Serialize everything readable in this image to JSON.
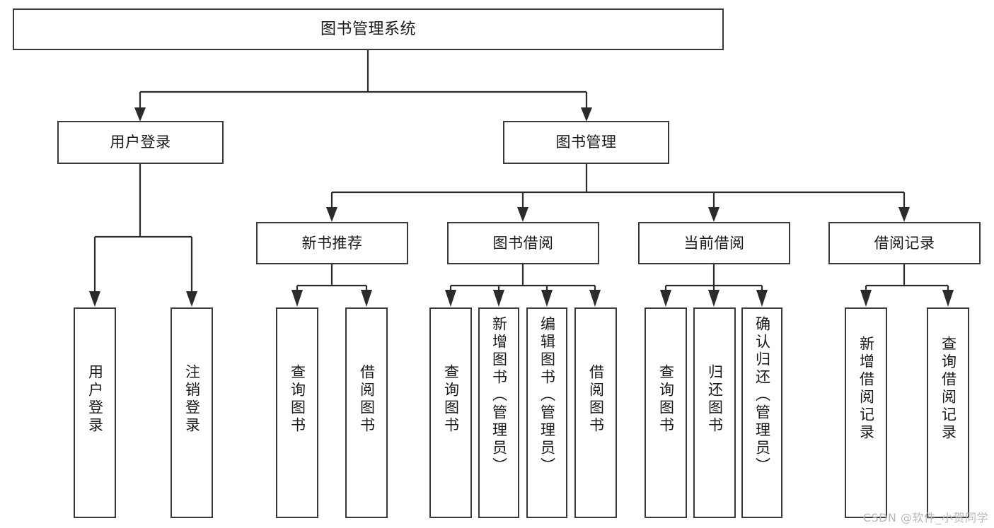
{
  "diagram": {
    "type": "tree",
    "title": "图书管理系统",
    "root": {
      "id": "root",
      "label": "图书管理系统"
    },
    "level1": [
      {
        "id": "login",
        "label": "用户登录"
      },
      {
        "id": "bookmgmt",
        "label": "图书管理"
      }
    ],
    "level2": [
      {
        "id": "newbook",
        "label": "新书推荐",
        "parent": "bookmgmt"
      },
      {
        "id": "borrow",
        "label": "图书借阅",
        "parent": "bookmgmt"
      },
      {
        "id": "current",
        "label": "当前借阅",
        "parent": "bookmgmt"
      },
      {
        "id": "records",
        "label": "借阅记录",
        "parent": "bookmgmt"
      }
    ],
    "leaves": [
      {
        "id": "leaf-user-login",
        "label": "用户登录",
        "parent": "login"
      },
      {
        "id": "leaf-user-logout",
        "label": "注销登录",
        "parent": "login"
      },
      {
        "id": "leaf-new-query",
        "label": "查询图书",
        "parent": "newbook"
      },
      {
        "id": "leaf-new-borrow",
        "label": "借阅图书",
        "parent": "newbook"
      },
      {
        "id": "leaf-bor-query",
        "label": "查询图书",
        "parent": "borrow"
      },
      {
        "id": "leaf-bor-add",
        "label": "新增图书（管理员）",
        "parent": "borrow"
      },
      {
        "id": "leaf-bor-edit",
        "label": "编辑图书（管理员）",
        "parent": "borrow"
      },
      {
        "id": "leaf-bor-borrow",
        "label": "借阅图书",
        "parent": "borrow"
      },
      {
        "id": "leaf-cur-query",
        "label": "查询图书",
        "parent": "current"
      },
      {
        "id": "leaf-cur-return",
        "label": "归还图书",
        "parent": "current"
      },
      {
        "id": "leaf-cur-confirm",
        "label": "确认归还（管理员）",
        "parent": "current"
      },
      {
        "id": "leaf-rec-add",
        "label": "新增借阅记录",
        "parent": "records"
      },
      {
        "id": "leaf-rec-query",
        "label": "查询借阅记录",
        "parent": "records"
      }
    ],
    "watermark": "CSDN @软件_小贺同学",
    "colors": {
      "box_border": "#3a3a3a",
      "connector": "#2b2b2b",
      "background": "#ffffff",
      "text": "#1a1a1a",
      "watermark": "#b9b9b9"
    }
  }
}
